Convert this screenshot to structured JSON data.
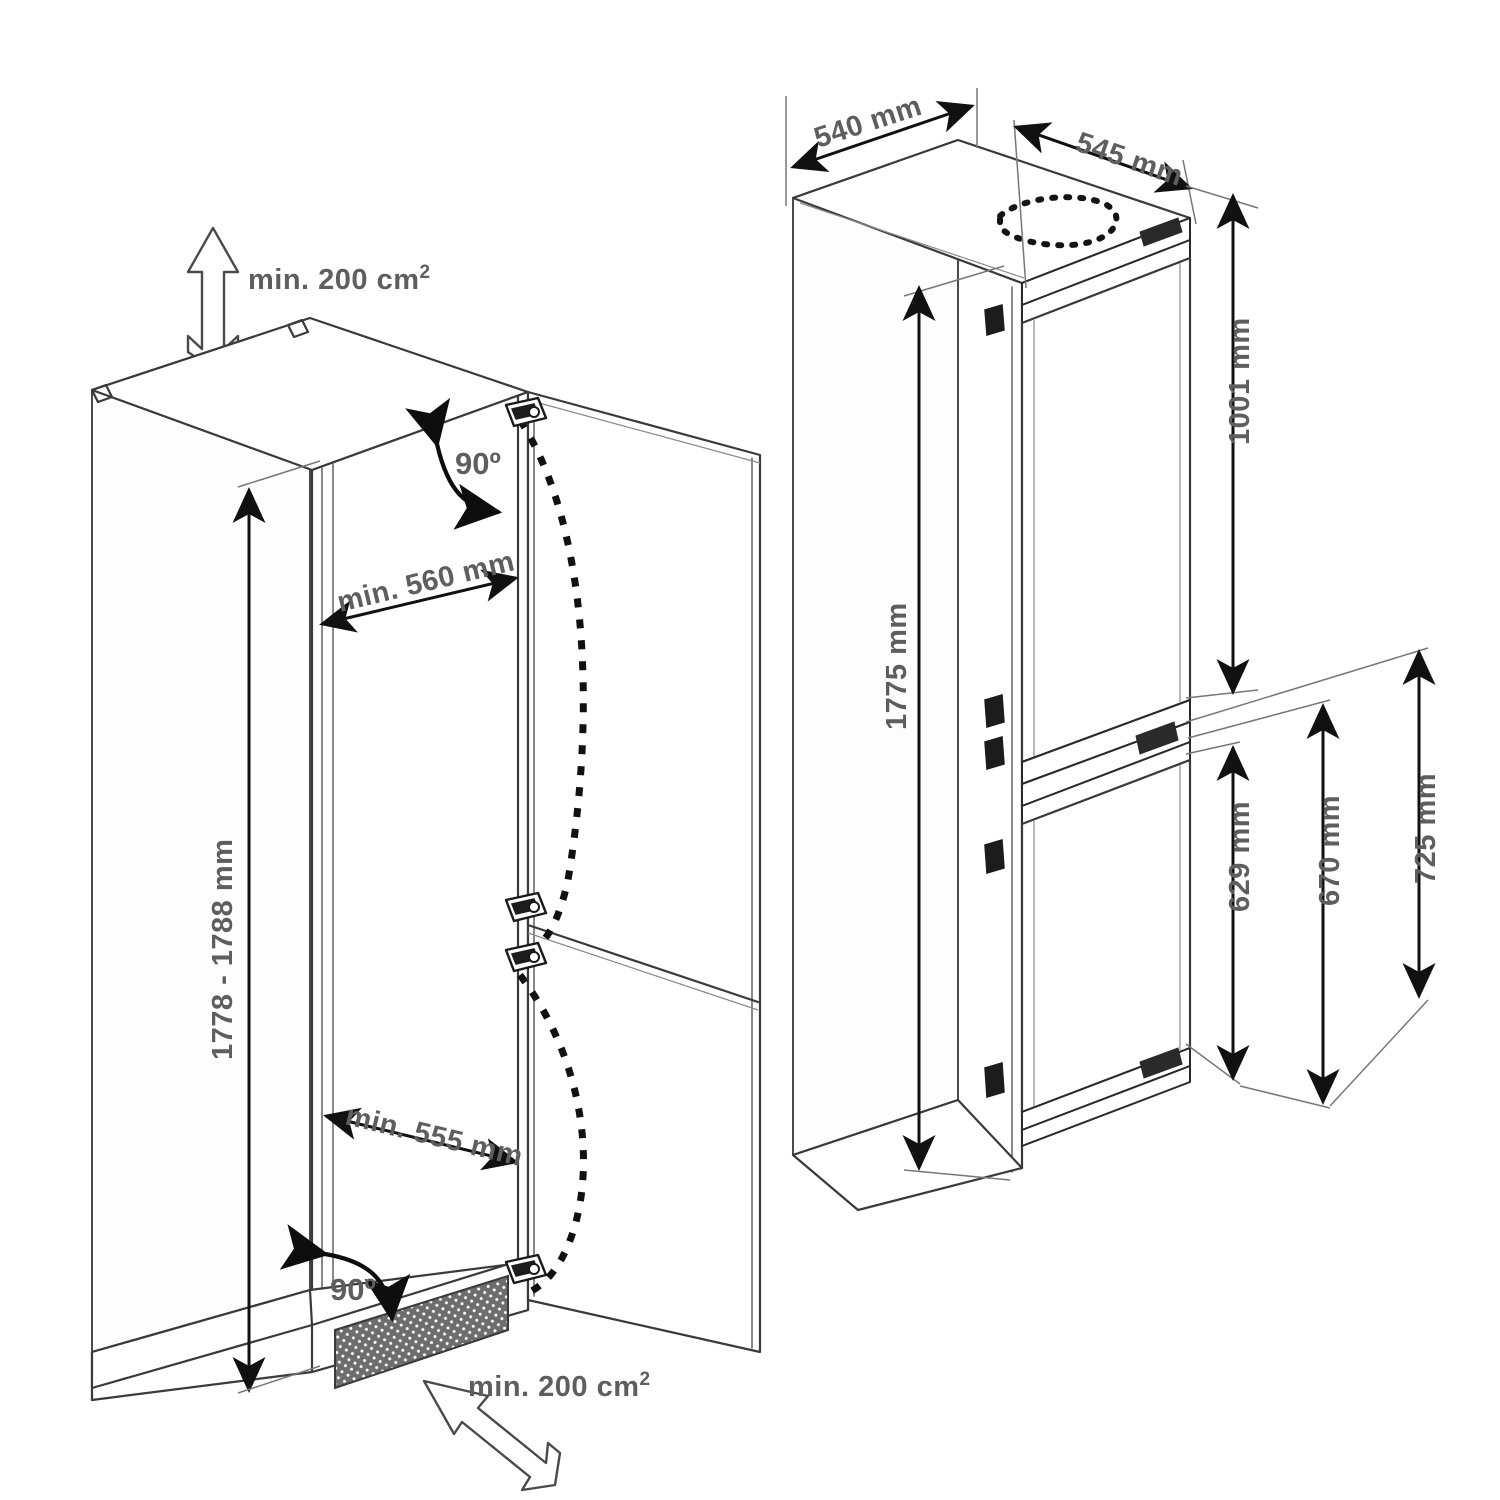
{
  "diagram": {
    "title": "Built-in fridge-freezer installation dimensions",
    "units": "mm",
    "colors": {
      "line": "#3a3a3a",
      "dimension_line": "#111111",
      "text": "#5e5e5e",
      "background": "#ffffff",
      "vent_hatch": "#555555"
    }
  },
  "left_view": {
    "name": "cabinet-niche-with-open-door",
    "labels": {
      "top_vent": "min. 200 cm",
      "top_vent_sup": "2",
      "bottom_vent": "min. 200 cm",
      "bottom_vent_sup": "2",
      "height": "1778 - 1788 mm",
      "depth_upper": "min. 560 mm",
      "depth_lower": "min. 555 mm",
      "angle_top": "90º",
      "angle_bottom": "90º"
    },
    "features": [
      "open niche carcass",
      "door panel swung open",
      "dashed door swing arcs",
      "four hinge blocks",
      "plinth ventilation grille"
    ]
  },
  "right_view": {
    "name": "appliance-with-doors",
    "labels": {
      "width": "540 mm",
      "depth": "545 mm",
      "upper_door_height": "1001 mm",
      "total_height": "1775 mm",
      "lower_door_inner": "629 mm",
      "lower_door_mid": "670 mm",
      "lower_door_outer": "725 mm"
    },
    "features": [
      "isometric appliance body",
      "top cable routing cut-out (dotted oval)",
      "upper fridge door frame",
      "lower freezer door frame",
      "hinge hardware and mounting rails"
    ]
  },
  "dimension_list": [
    {
      "id": "top-vent-area",
      "value": "min. 200 cm²",
      "view": "left"
    },
    {
      "id": "bottom-vent-area",
      "value": "min. 200 cm²",
      "view": "left"
    },
    {
      "id": "niche-height",
      "value": "1778 - 1788 mm",
      "view": "left"
    },
    {
      "id": "niche-depth-upper",
      "value": "min. 560 mm",
      "view": "left"
    },
    {
      "id": "niche-depth-lower",
      "value": "min. 555 mm",
      "view": "left"
    },
    {
      "id": "door-open-angle-top",
      "value": "90º",
      "view": "left"
    },
    {
      "id": "door-open-angle-bot",
      "value": "90º",
      "view": "left"
    },
    {
      "id": "appliance-width",
      "value": "540 mm",
      "view": "right"
    },
    {
      "id": "appliance-depth",
      "value": "545 mm",
      "view": "right"
    },
    {
      "id": "upper-door-height",
      "value": "1001 mm",
      "view": "right"
    },
    {
      "id": "appliance-height",
      "value": "1775 mm",
      "view": "right"
    },
    {
      "id": "lower-dim-inner",
      "value": "629 mm",
      "view": "right"
    },
    {
      "id": "lower-dim-mid",
      "value": "670 mm",
      "view": "right"
    },
    {
      "id": "lower-dim-outer",
      "value": "725 mm",
      "view": "right"
    }
  ]
}
